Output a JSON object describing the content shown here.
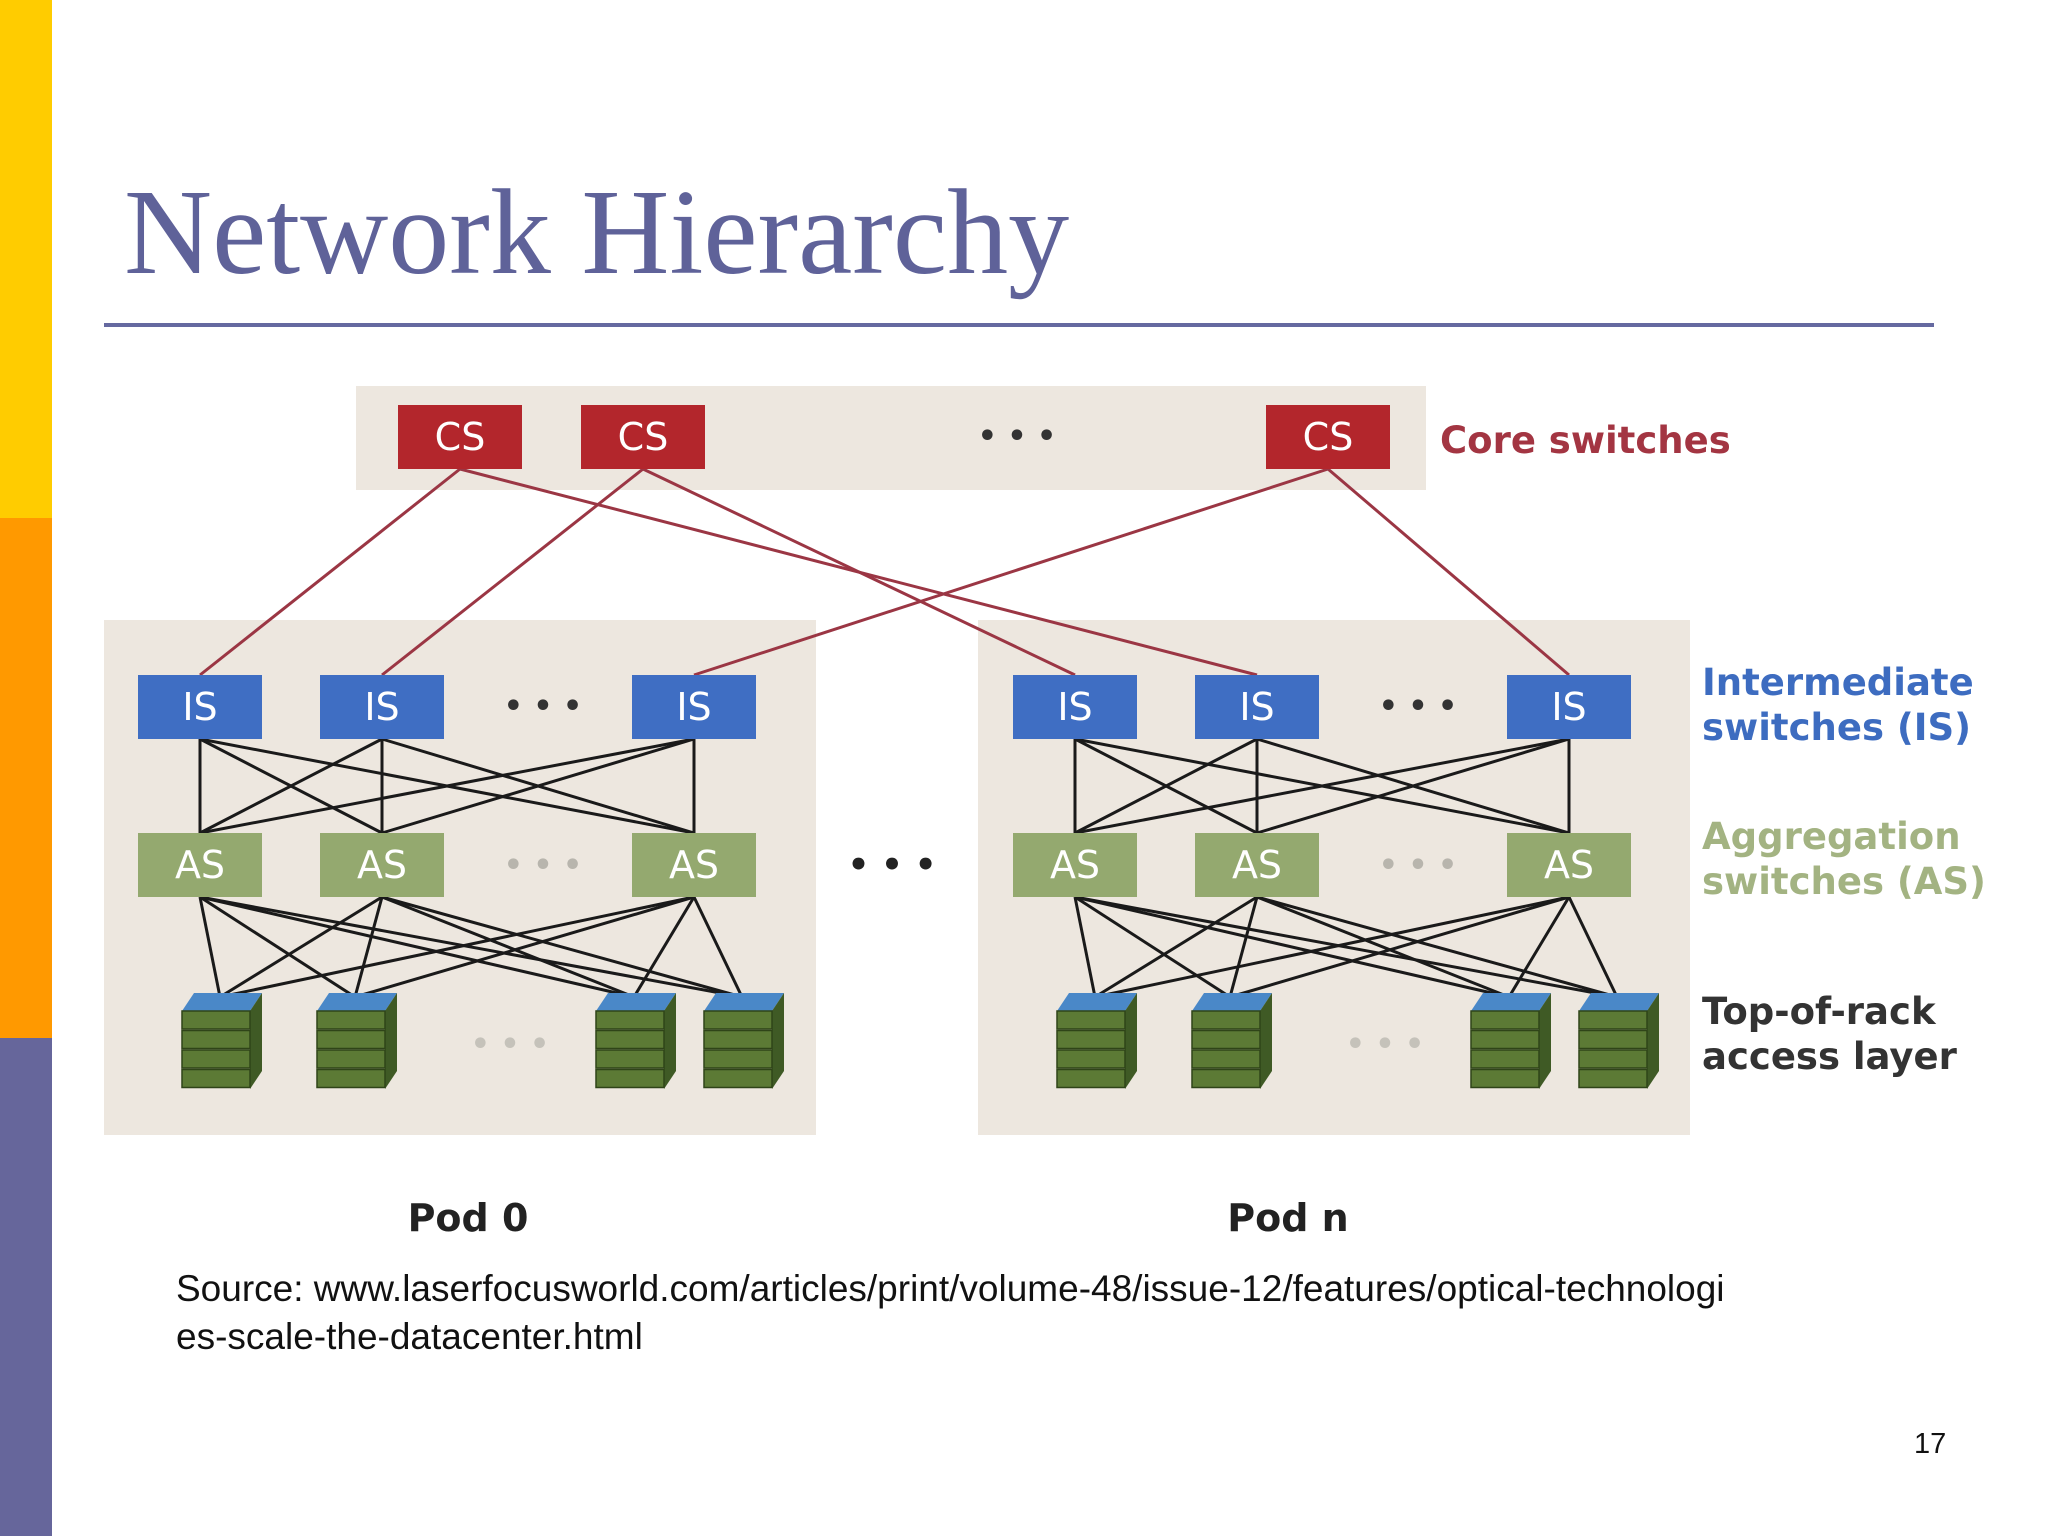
{
  "slide": {
    "title": "Network Hierarchy",
    "source": "Source: www.laserfocusworld.com/articles/print/volume-48/issue-12/features/optical-technologies-scale-the-datacenter.html",
    "page_number": "17",
    "colors": {
      "title": "#5f6299",
      "rule": "#6569a0",
      "bar_top": "#ffcc00",
      "bar_mid": "#ff9900",
      "bar_bottom": "#66669b"
    }
  },
  "diagram": {
    "core_switch_label": "CS",
    "intermediate_switch_label": "IS",
    "aggregation_switch_label": "AS",
    "ellipsis": "• • •",
    "legend": {
      "core": "Core switches",
      "intermediate": [
        "Intermediate",
        "switches (IS)"
      ],
      "aggregation": [
        "Aggregation",
        "switches (AS)"
      ],
      "tor": [
        "Top-of-rack",
        "access layer"
      ]
    },
    "pods": [
      "Pod 0",
      "Pod n"
    ],
    "colors": {
      "core": "#b3262c",
      "intermediate": "#3f6ec3",
      "aggregation": "#94a96f",
      "rack": "#5c7a35",
      "panel": "#ede7df",
      "core_link": "#9b3644",
      "legend_core": "#a33542",
      "legend_intermediate": "#3d6cc0",
      "legend_aggregation": "#a3b382",
      "legend_tor": "#333333"
    }
  }
}
